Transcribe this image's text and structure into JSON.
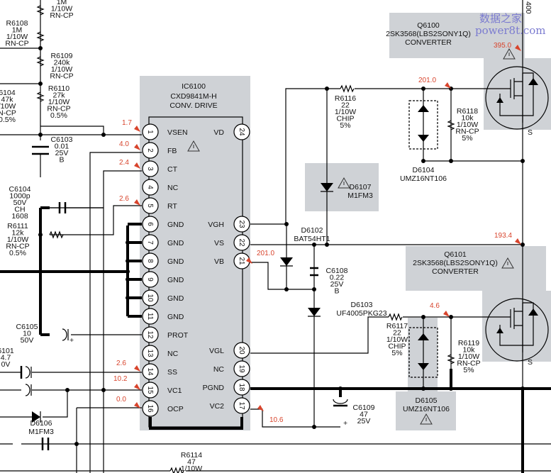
{
  "ic": {
    "ref": "IC6100",
    "part": "CXD9841M-H",
    "function": "CONV. DRIVE",
    "left_pins": [
      {
        "num": "1",
        "name": "VSEN"
      },
      {
        "num": "2",
        "name": "FB"
      },
      {
        "num": "3",
        "name": "CT"
      },
      {
        "num": "4",
        "name": "NC"
      },
      {
        "num": "5",
        "name": "RT"
      },
      {
        "num": "6",
        "name": "GND"
      },
      {
        "num": "7",
        "name": "GND"
      },
      {
        "num": "8",
        "name": "GND"
      },
      {
        "num": "9",
        "name": "GND"
      },
      {
        "num": "10",
        "name": "GND"
      },
      {
        "num": "11",
        "name": "GND"
      },
      {
        "num": "12",
        "name": "PROT"
      },
      {
        "num": "13",
        "name": "NC"
      },
      {
        "num": "14",
        "name": "SS"
      },
      {
        "num": "15",
        "name": "VC1"
      },
      {
        "num": "16",
        "name": "OCP"
      }
    ],
    "right_pins": [
      {
        "num": "24",
        "name": "VD"
      },
      {
        "num": "23",
        "name": "VGH"
      },
      {
        "num": "22",
        "name": "VS"
      },
      {
        "num": "21",
        "name": "VB"
      },
      {
        "num": "20",
        "name": "VGL"
      },
      {
        "num": "19",
        "name": "NC"
      },
      {
        "num": "18",
        "name": "PGND"
      },
      {
        "num": "17",
        "name": "VC2"
      }
    ]
  },
  "components": [
    {
      "id": "r-top",
      "lines": [
        "1M",
        "1/10W",
        "RN-CP"
      ]
    },
    {
      "id": "r6108",
      "lines": [
        "R6108",
        "1M",
        "1/10W",
        "RN-CP"
      ]
    },
    {
      "id": "r6109",
      "lines": [
        "R6109",
        "240k",
        "1/10W",
        "RN-CP"
      ]
    },
    {
      "id": "r6110",
      "lines": [
        "R6110",
        "27k",
        "1/10W",
        "RN-CP",
        "0.5%"
      ]
    },
    {
      "id": "r6104",
      "lines": [
        "6104",
        "47k",
        "/10W",
        "N-CP",
        "0.5%"
      ]
    },
    {
      "id": "c6103",
      "lines": [
        "C6103",
        "0.01",
        "25V",
        "B"
      ]
    },
    {
      "id": "c6104",
      "lines": [
        "C6104",
        "1000p",
        "50V",
        "CH",
        "1608"
      ]
    },
    {
      "id": "r6111",
      "lines": [
        "R6111",
        "12k",
        "1/10W",
        "RN-CP",
        "0.5%"
      ]
    },
    {
      "id": "c6105",
      "lines": [
        "C6105",
        "10",
        "50V"
      ]
    },
    {
      "id": "c6101",
      "lines": [
        "6101",
        "4.7",
        "0V"
      ]
    },
    {
      "id": "d6106",
      "lines": [
        "D6106",
        "M1FM3"
      ]
    },
    {
      "id": "r6114",
      "lines": [
        "R6114",
        "47",
        "1/10W"
      ]
    },
    {
      "id": "r6116",
      "lines": [
        "R6116",
        "22",
        "1/10W",
        "CHIP",
        "5%"
      ]
    },
    {
      "id": "d6107",
      "lines": [
        "D6107",
        "M1FM3"
      ]
    },
    {
      "id": "d6102",
      "lines": [
        "D6102",
        "BAT54HT1"
      ]
    },
    {
      "id": "c6108",
      "lines": [
        "C6108",
        "0.22",
        "25V",
        "B"
      ]
    },
    {
      "id": "d6103",
      "lines": [
        "D6103",
        "UF4005PKG23"
      ]
    },
    {
      "id": "r6117",
      "lines": [
        "R6117",
        "22",
        "1/10W",
        "CHIP",
        "5%"
      ]
    },
    {
      "id": "c6109",
      "lines": [
        "C6109",
        "47",
        "25V"
      ]
    },
    {
      "id": "d6105",
      "lines": [
        "D6105",
        "UMZ16NT106"
      ]
    },
    {
      "id": "d6104",
      "lines": [
        "D6104",
        "UMZ16NT106"
      ]
    },
    {
      "id": "r6118",
      "lines": [
        "R6118",
        "10k",
        "1/10W",
        "RN-CP",
        "5%"
      ]
    },
    {
      "id": "r6119",
      "lines": [
        "R6119",
        "10k",
        "1/10W",
        "RN-CP",
        "5%"
      ]
    },
    {
      "id": "q6100",
      "lines": [
        "Q6100",
        "2SK3568(LBS2SONY1Q)",
        "CONVERTER"
      ]
    },
    {
      "id": "q6101",
      "lines": [
        "Q6101",
        "2SK3568(LBS2SONY1Q)",
        "CONVERTER"
      ]
    }
  ],
  "voltages": [
    "1.7",
    "4.0",
    "2.4",
    "2.6",
    "2.6",
    "10.2",
    "0.0",
    "201.0",
    "10.6",
    "201.0",
    "395.0",
    "193.4",
    "4.6"
  ],
  "misc": {
    "source_label": "S",
    "drain_voltage": "400",
    "plus": "+"
  },
  "watermark": {
    "line1": "数据之家",
    "line2": "power8t.com"
  },
  "colors": {
    "voltage": "#d8442c",
    "shade": "#cfd2d6",
    "watermark": "#7b7bd0"
  }
}
